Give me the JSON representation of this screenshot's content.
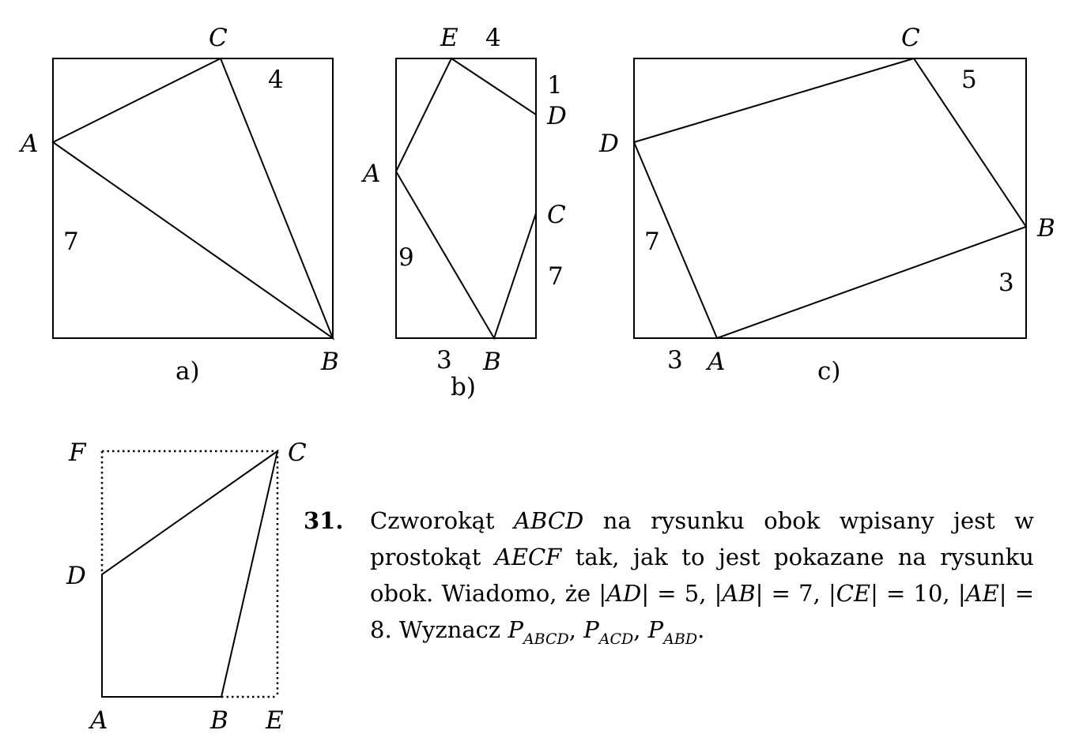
{
  "figure_a": {
    "caption": "a)",
    "labels": {
      "C": "C",
      "A": "A",
      "B": "B",
      "side_top": "4",
      "side_left": "7"
    }
  },
  "figure_b": {
    "caption": "b)",
    "labels": {
      "E": "E",
      "D": "D",
      "A": "A",
      "C": "C",
      "B": "B",
      "top": "4",
      "right_top": "1",
      "left": "9",
      "right_bottom": "7",
      "bottom": "3"
    }
  },
  "figure_c": {
    "caption": "c)",
    "labels": {
      "C": "C",
      "D": "D",
      "B": "B",
      "A": "A",
      "top": "5",
      "left": "7",
      "right": "3",
      "bottom": "3"
    }
  },
  "figure_31": {
    "labels": {
      "F": "F",
      "C": "C",
      "D": "D",
      "A": "A",
      "B": "B",
      "E": "E"
    }
  },
  "problem": {
    "number": "31.",
    "t1": "Czworokąt ",
    "v1": "ABCD",
    "t2": " na rysunku obok wpisany jest w prostokąt ",
    "v2": "AECF",
    "t3": " tak, jak to jest pokazane na rysunku obok. Wiadomo, że |",
    "v3": "AD",
    "t4": "| = 5, |",
    "v4": "AB",
    "t5": "| = 7, |",
    "v5": "CE",
    "t6": "| = 10, |",
    "v6": "AE",
    "t7": "| = 8.  Wyznacz ",
    "p": "P",
    "s1": "ABCD",
    "c1": ", ",
    "s2": "ACD",
    "c2": ", ",
    "s3": "ABD",
    "end": "."
  }
}
